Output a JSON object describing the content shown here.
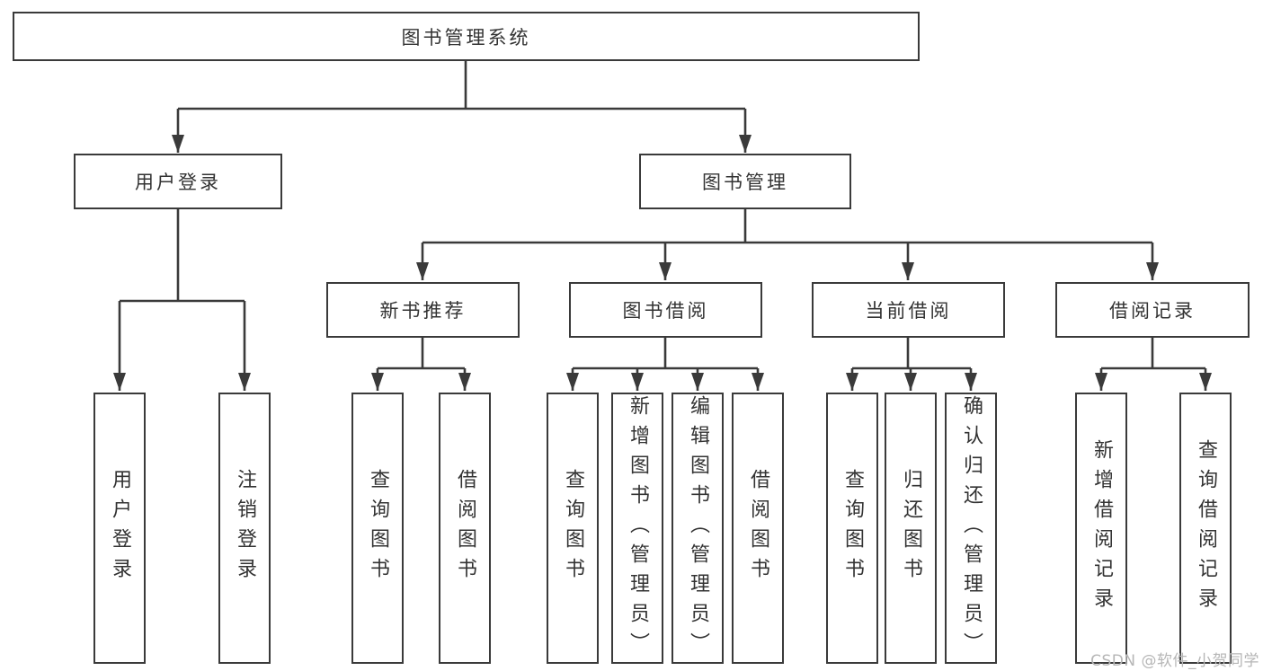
{
  "colors": {
    "line": "#3a3a3a",
    "text": "#333333",
    "box_bg": "#ffffff",
    "page_bg": "#ffffff",
    "watermark": "#b6b6b6"
  },
  "watermark": "CSDN @软件_小贺同学",
  "tree": {
    "label": "图书管理系统",
    "children": [
      {
        "label": "用户登录",
        "children": [
          {
            "label": "用户登录"
          },
          {
            "label": "注销登录"
          }
        ]
      },
      {
        "label": "图书管理",
        "children": [
          {
            "label": "新书推荐",
            "children": [
              {
                "label": "查询图书"
              },
              {
                "label": "借阅图书"
              }
            ]
          },
          {
            "label": "图书借阅",
            "children": [
              {
                "label": "查询图书"
              },
              {
                "label": "新增图书（管理员）"
              },
              {
                "label": "编辑图书（管理员）"
              },
              {
                "label": "借阅图书"
              }
            ]
          },
          {
            "label": "当前借阅",
            "children": [
              {
                "label": "查询图书"
              },
              {
                "label": "归还图书"
              },
              {
                "label": "确认归还（管理员）"
              }
            ]
          },
          {
            "label": "借阅记录",
            "children": [
              {
                "label": "新增借阅记录"
              },
              {
                "label": "查询借阅记录"
              }
            ]
          }
        ]
      }
    ]
  }
}
